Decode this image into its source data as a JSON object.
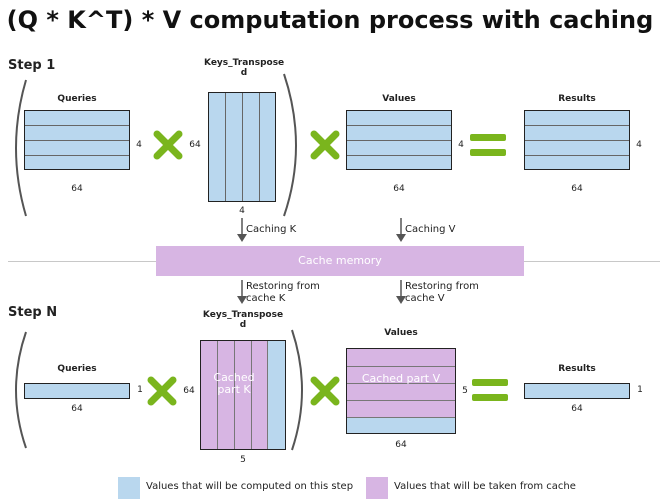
{
  "title": "(Q * K^T) * V computation process with caching",
  "step1": {
    "label": "Step 1",
    "queries_label": "Queries",
    "queries_rows": "4",
    "queries_cols": "64",
    "keys_label": "Keys_Transpose d",
    "keys_rows": "64",
    "keys_cols": "4",
    "values_label": "Values",
    "values_rows": "4",
    "values_cols": "64",
    "results_label": "Results",
    "results_rows": "4",
    "results_cols": "64"
  },
  "arrows": {
    "caching_k": "Caching K",
    "caching_v": "Caching V",
    "restoring_k": "Restoring from cache K",
    "restoring_v": "Restoring from cache V"
  },
  "cache_memory": "Cache memory",
  "stepn": {
    "label": "Step N",
    "queries_label": "Queries",
    "queries_rows": "1",
    "queries_cols": "64",
    "keys_label": "Keys_Transpose d",
    "keys_rows": "64",
    "keys_cols": "5",
    "keys_cached": "Cached part K",
    "values_label": "Values",
    "values_rows": "5",
    "values_cols": "64",
    "values_cached": "Cached part V",
    "results_label": "Results",
    "results_rows": "1",
    "results_cols": "64"
  },
  "legend": {
    "computed": "Values that will be computed on this step",
    "cached": "Values that will be taken from cache"
  },
  "colors": {
    "computed": "#b9d7ee",
    "cached": "#d7b5e3",
    "operator": "#7ab51d"
  }
}
